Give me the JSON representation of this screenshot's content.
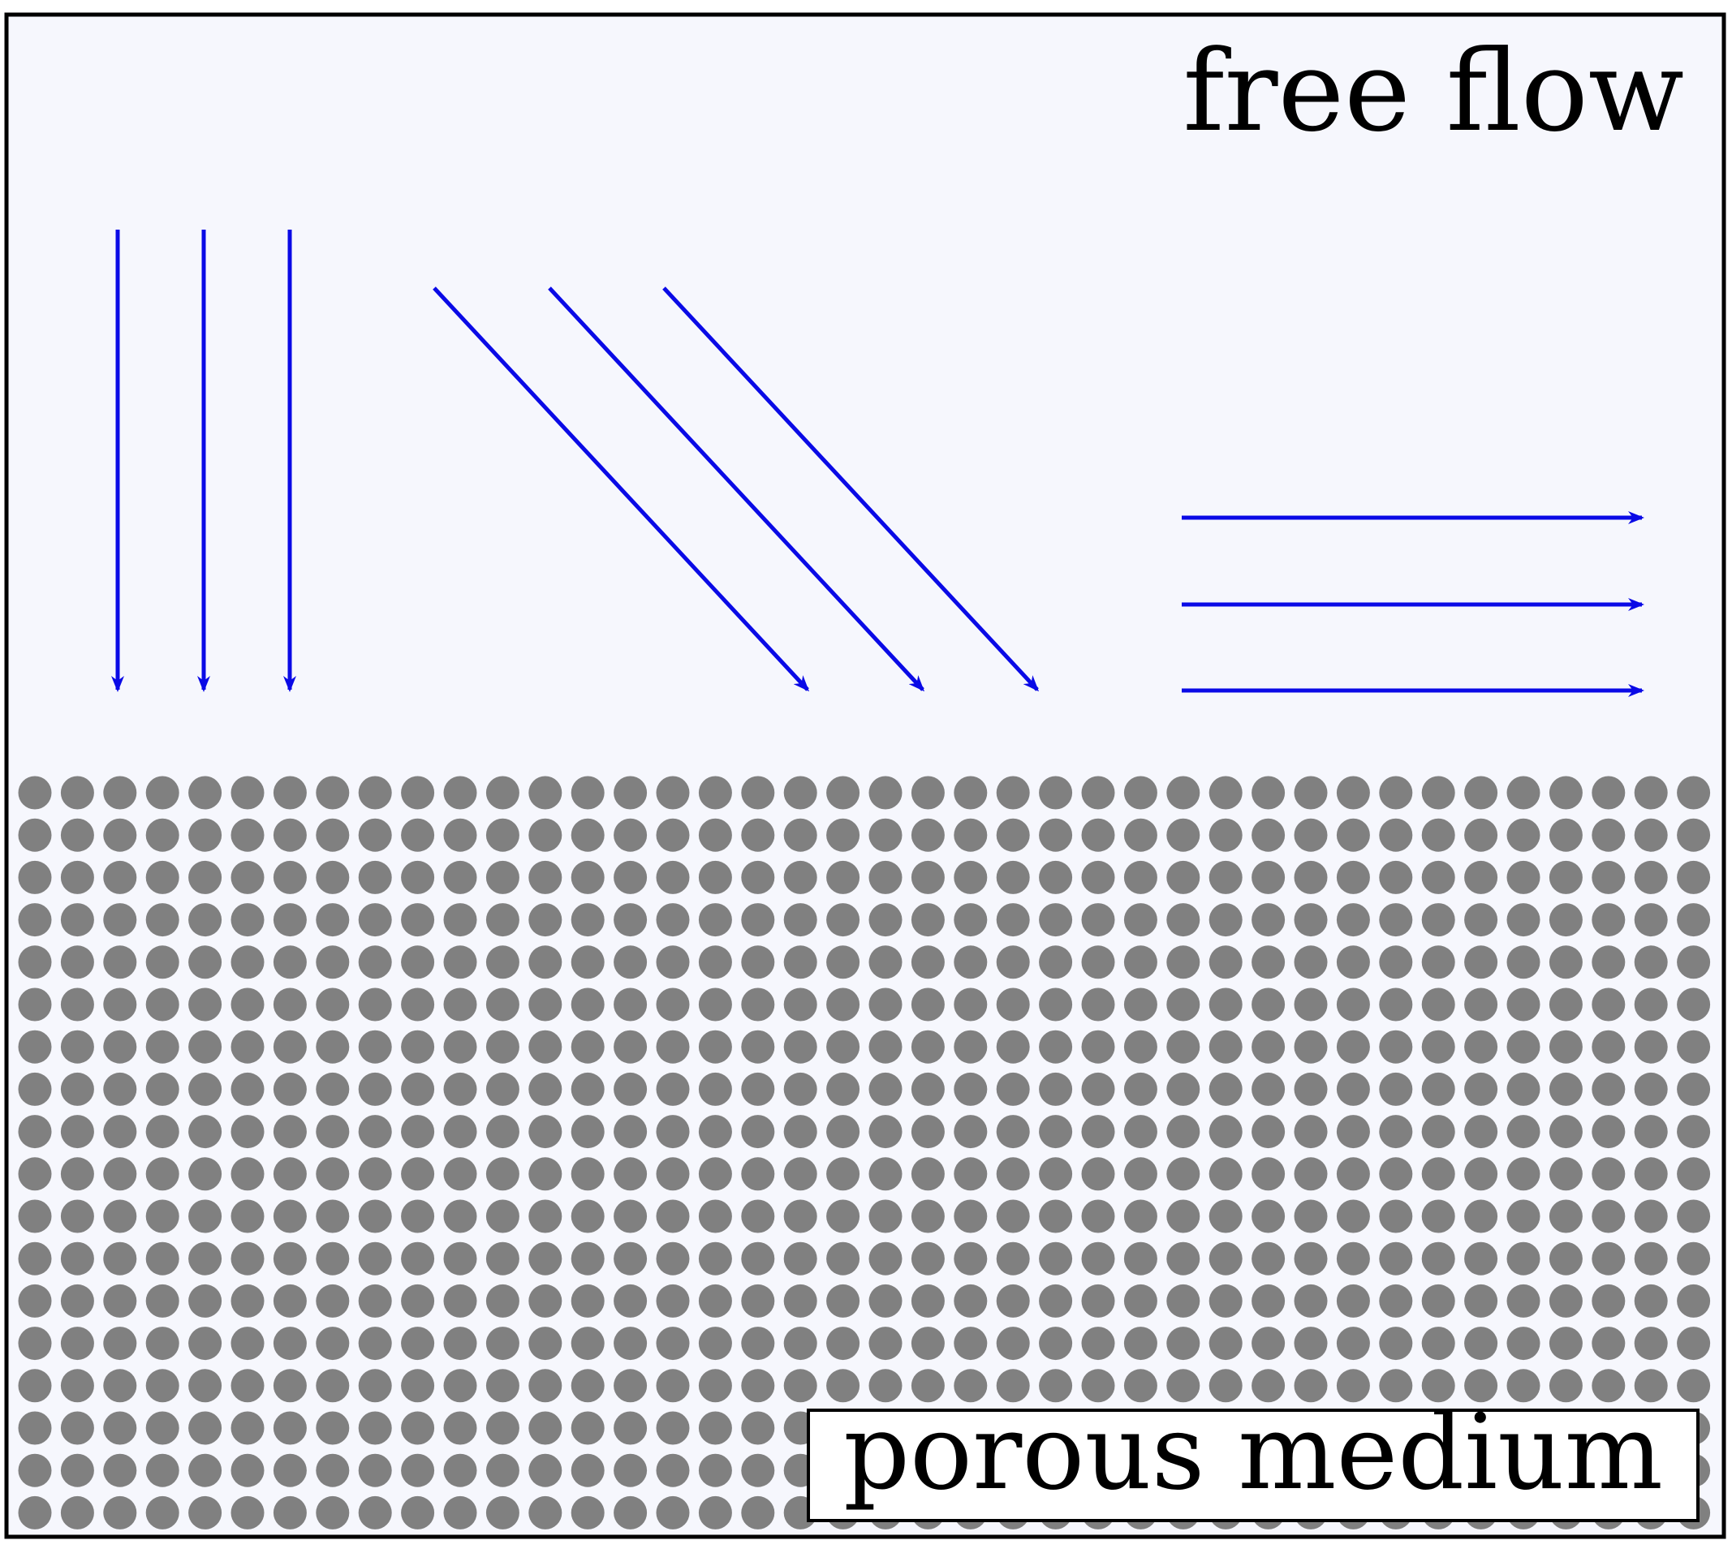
{
  "labels": {
    "free_flow": "free flow",
    "porous_medium": "porous medium"
  },
  "colors": {
    "background": "#f6f7fd",
    "border": "#000000",
    "arrow": "#0a0ae6",
    "grain": "#808080",
    "label_box_fill": "#ffffff"
  },
  "porous_grid": {
    "columns": 40,
    "rows": 18
  },
  "arrow_groups": [
    {
      "name": "vertical-down",
      "count": 3
    },
    {
      "name": "diagonal-down-right",
      "count": 3
    },
    {
      "name": "horizontal-right",
      "count": 3
    }
  ]
}
